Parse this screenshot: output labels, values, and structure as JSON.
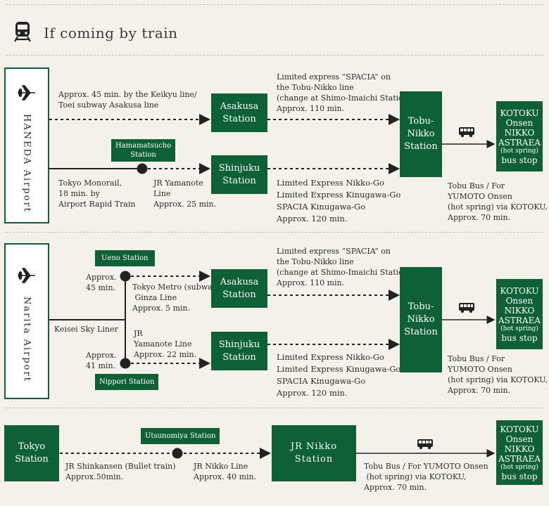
{
  "header": {
    "title": "If coming by train",
    "icon": "train-icon"
  },
  "colors": {
    "accent": "#0e6136",
    "text": "#2b2b2b",
    "background": "#f3f1ea"
  },
  "haneda": {
    "airport": "HANEDA Airport",
    "route_top": "Approx. 45 min. by the Keikyu line/\nToei subway Asakusa line",
    "hamamatsucho": "Hamamatsucho\nStation",
    "monorail": "Tokyo Monorail,\n18 min. by\nAirport Rapid Train",
    "jr_yamanote": "JR Yamanote\nLine\nApprox. 25 min.",
    "asakusa": "Asakusa\nStation",
    "shinjuku": "Shinjuku\nStation",
    "spacia": "Limited express “SPACIA” on\nthe Tobu-Nikko line\n(change at Shimo-Imaichi Station)\nApprox. 110 min.",
    "nikko_go": "Limited Express Nikko-Go\nLimited Express Kinugawa-Go\nSPACIA Kinugawa-Go\nApprox. 120 min.",
    "tobu_nikko": "Tobu-\nNikko\nStation",
    "bus": "Tobu Bus / For\nYUMOTO Onsen\n(hot spring) via KOTOKU,\nApprox. 70 min.",
    "dest_name": "KOTOKU\nOnsen\nNIKKO\nASTRAEA",
    "dest_hot": "(hot spring)",
    "dest_stop": "bus stop"
  },
  "narita": {
    "airport": "Narita Airport",
    "ueno": "Ueno Station",
    "approx45": "Approx.\n45 min.",
    "ginza": "Tokyo Metro (subway)\n Ginza Line\nApprox. 5 min.",
    "keisei": "Keisei Sky Liner",
    "jr_yamanote": "JR\nYamanote Line\nApprox. 22 min.",
    "approx41": "Approx.\n41 min.",
    "nippori": "Nippori Station",
    "asakusa": "Asakusa\nStation",
    "shinjuku": "Shinjuku\nStation",
    "spacia": "Limited express “SPACIA” on\nthe Tobu-Nikko line\n(change at Shimo-Imaichi Station)\nApprox. 110 min.",
    "nikko_go": "Limited Express Nikko-Go\nLimited Express Kinugawa-Go\nSPACIA Kinugawa-Go\nApprox. 120 min.",
    "tobu_nikko": "Tobu-\nNikko\nStation",
    "bus": "Tobu Bus / For\nYUMOTO Onsen\n(hot spring) via KOTOKU,\nApprox. 70 min.",
    "dest_name": "KOTOKU\nOnsen\nNIKKO\nASTRAEA",
    "dest_hot": "(hot spring)",
    "dest_stop": "bus stop"
  },
  "tokyo": {
    "station": "Tokyo\nStation",
    "utsunomiya": "Utsunomiya Station",
    "shinkansen": "JR Shinkansen (Bullet train)\nApprox.50min.",
    "jr_nikko_line": "JR Nikko Line\nApprox. 40 min.",
    "jr_nikko": "JR Nikko\nStation",
    "bus": "Tobu Bus / For YUMOTO Onsen\n (hot spring) via KOTOKU,\nApprox. 70 min.",
    "dest_name": "KOTOKU\nOnsen\nNIKKO\nASTRAEA",
    "dest_hot": "(hot spring)",
    "dest_stop": "bus stop"
  }
}
